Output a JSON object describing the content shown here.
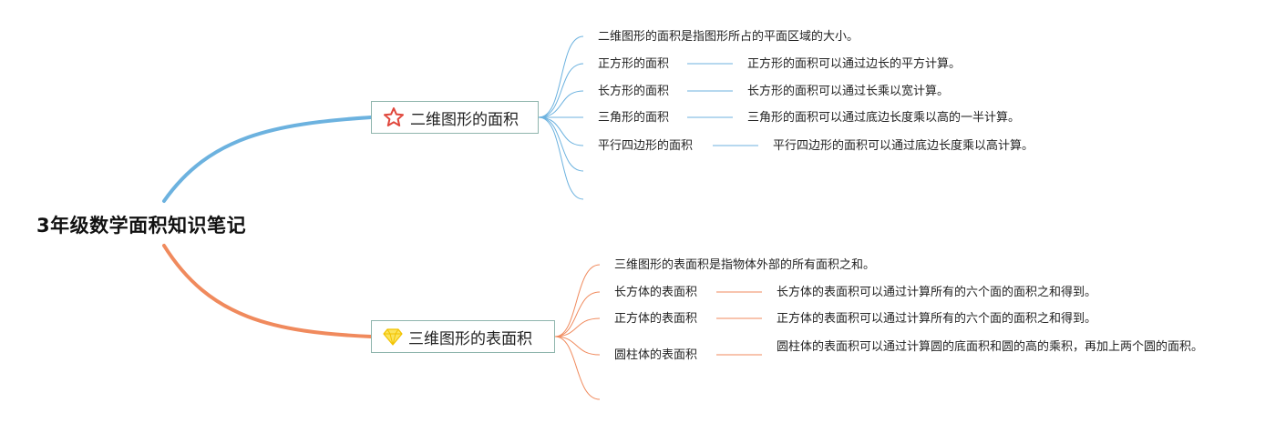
{
  "root": {
    "title": "3年级数学面积知识笔记"
  },
  "colors": {
    "branch1": "#6cb2df",
    "branch2": "#f08a5d",
    "node_border": "#8fb5ad",
    "star_icon": "#e0463b",
    "diamond_icon": "#f5d31e"
  },
  "branch1": {
    "icon": "star-icon",
    "label": "二维图形的面积",
    "definition": "二维图形的面积是指图形所占的平面区域的大小。",
    "items": [
      {
        "name": "正方形的面积",
        "desc": "正方形的面积可以通过边长的平方计算。"
      },
      {
        "name": "长方形的面积",
        "desc": "长方形的面积可以通过长乘以宽计算。"
      },
      {
        "name": "三角形的面积",
        "desc": "三角形的面积可以通过底边长度乘以高的一半计算。"
      },
      {
        "name": "平行四边形的面积",
        "desc": "平行四边形的面积可以通过底边长度乘以高计算。"
      }
    ]
  },
  "branch2": {
    "icon": "diamond-icon",
    "label": "三维图形的表面积",
    "definition": "三维图形的表面积是指物体外部的所有面积之和。",
    "items": [
      {
        "name": "长方体的表面积",
        "desc": "长方体的表面积可以通过计算所有的六个面的面积之和得到。"
      },
      {
        "name": "正方体的表面积",
        "desc": "正方体的表面积可以通过计算所有的六个面的面积之和得到。"
      },
      {
        "name": "圆柱体的表面积",
        "desc": "圆柱体的表面积可以通过计算圆的底面积和圆的高的乘积，再加上两个圆的面积。"
      }
    ]
  }
}
